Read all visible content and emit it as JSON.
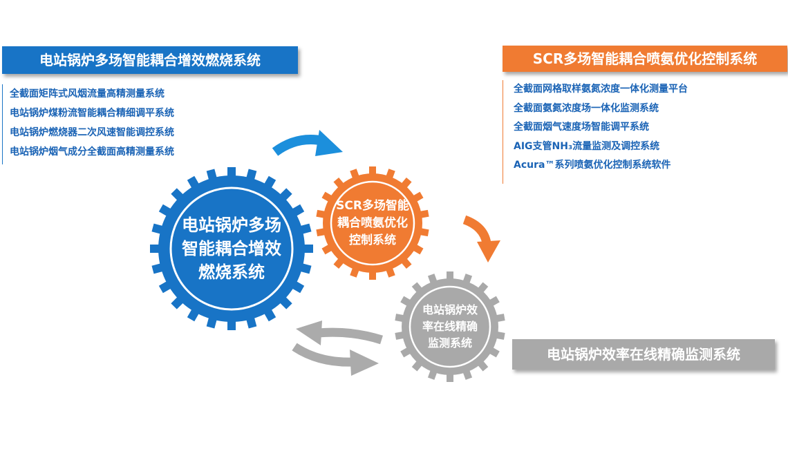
{
  "colors": {
    "blue": "#1874c6",
    "orange": "#f07b32",
    "gray": "#a9a9a9"
  },
  "left_panel": {
    "title": "电站锅炉多场智能耦合增效燃烧系统",
    "items": [
      "全截面矩阵式风烟流量高精测量系统",
      "电站锅炉煤粉流智能耦合精细调平系统",
      "电站锅炉燃烧器二次风速智能调控系统",
      "电站锅炉烟气成分全截面高精测量系统"
    ]
  },
  "right_panel": {
    "title": "SCR多场智能耦合喷氨优化控制系统",
    "items": [
      "全截面网格取样氨氮浓度一体化测量平台",
      "全截面氨氮浓度场一体化监测系统",
      "全截面烟气速度场智能调平系统",
      "AIG支管NH₃流量监测及调控系统",
      "Acura™系列喷氨优化控制系统软件"
    ]
  },
  "bottom_panel": {
    "title": "电站锅炉效率在线精确监测系统"
  },
  "gears": {
    "blue": {
      "lines": [
        "电站锅炉多场",
        "智能耦合增效",
        "燃烧系统"
      ]
    },
    "orange": {
      "lines": [
        "SCR多场智能",
        "耦合喷氨优化",
        "控制系统"
      ]
    },
    "gray": {
      "lines": [
        "电站锅炉效",
        "率在线精确",
        "监测系统"
      ]
    }
  }
}
